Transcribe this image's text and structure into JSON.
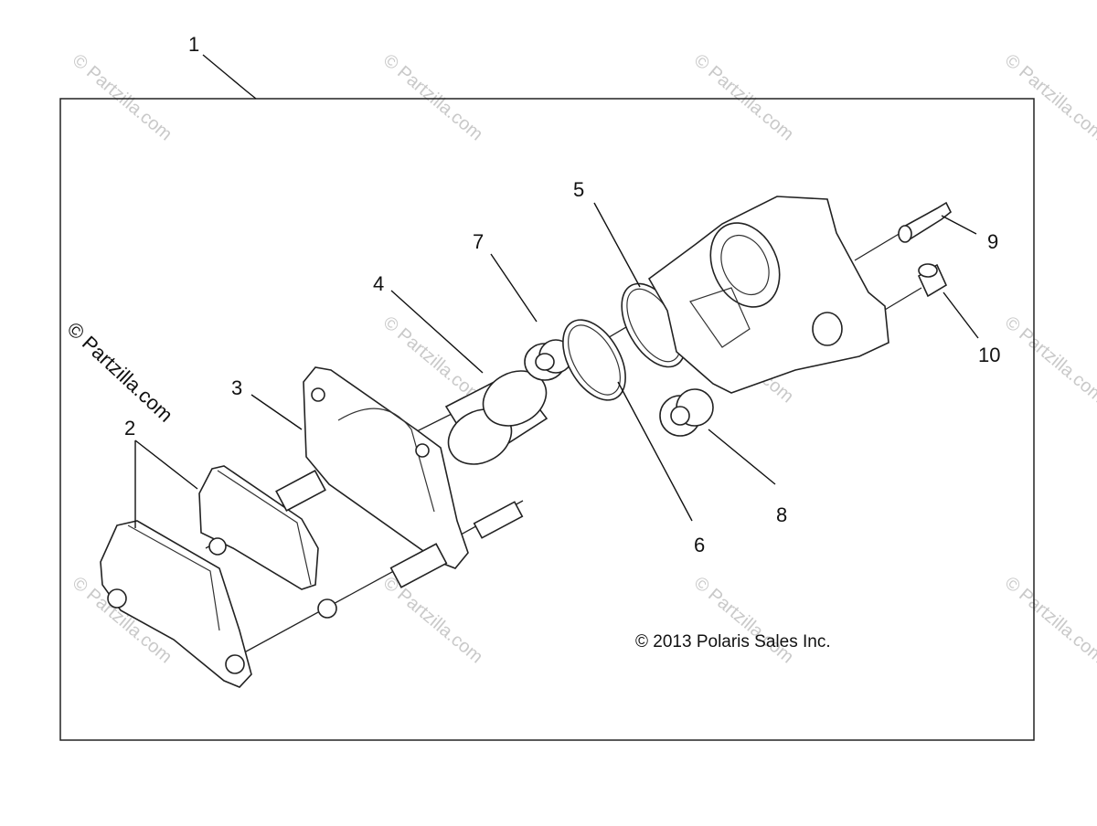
{
  "callouts": [
    "1",
    "2",
    "3",
    "4",
    "5",
    "6",
    "7",
    "8",
    "9",
    "10"
  ],
  "copyright": "© 2013 Polaris Sales Inc.",
  "brand": "© Partzilla.com",
  "watermark": "© Partzilla.com",
  "parts": [
    {
      "num": "2",
      "icon": "brake-pad-icon"
    },
    {
      "num": "3",
      "icon": "caliper-bracket-icon"
    },
    {
      "num": "4",
      "icon": "piston-icon"
    },
    {
      "num": "5",
      "icon": "o-ring-icon"
    },
    {
      "num": "6",
      "icon": "o-ring-icon"
    },
    {
      "num": "7",
      "icon": "boot-icon"
    },
    {
      "num": "8",
      "icon": "boot-icon"
    },
    {
      "num": "9",
      "icon": "bleeder-screw-icon"
    },
    {
      "num": "10",
      "icon": "bleeder-cap-icon"
    }
  ]
}
